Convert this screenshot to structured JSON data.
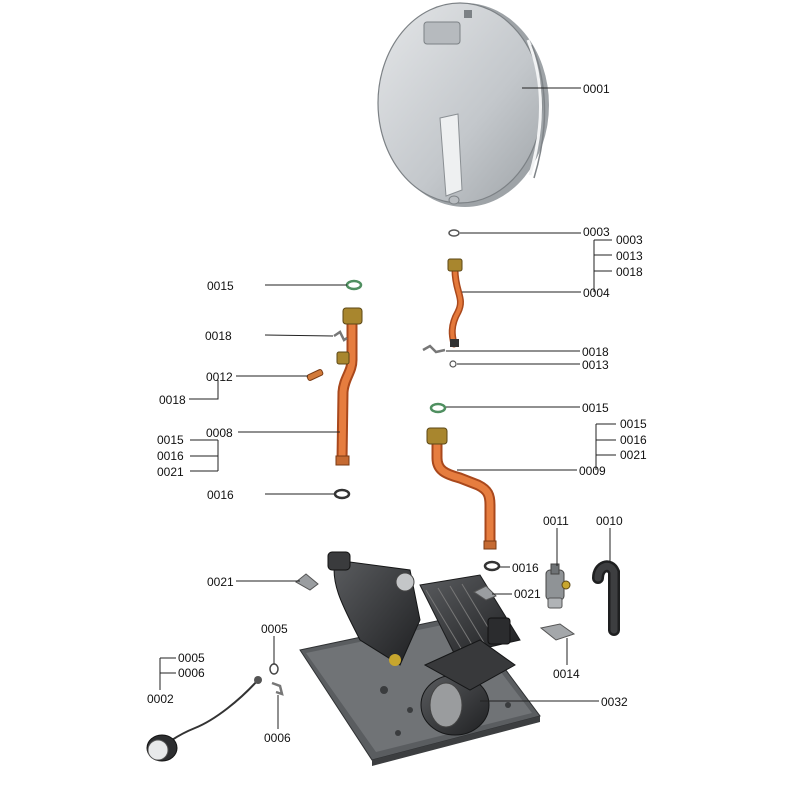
{
  "labels": {
    "p0001": "0001",
    "p0003": "0003",
    "g0003_a": "0003",
    "g0013_a": "0013",
    "g0018_a": "0018",
    "p0004": "0004",
    "p0015_l": "0015",
    "p0018_l": "0018",
    "p0012": "0012",
    "g0018_b": "0018",
    "p0008": "0008",
    "g0015_b": "0015",
    "g0016_b": "0016",
    "g0021_b": "0021",
    "p0016_l": "0016",
    "p0018_r": "0018",
    "p0013": "0013",
    "p0015_r": "0015",
    "g0015_c": "0015",
    "g0016_c": "0016",
    "g0021_c": "0021",
    "p0009": "0009",
    "p0011": "0011",
    "p0010": "0010",
    "p0021_l": "0021",
    "p0016_r": "0016",
    "p0021_r": "0021",
    "p0005": "0005",
    "g0005": "0005",
    "g0006": "0006",
    "p0002": "0002",
    "p0014": "0014",
    "p0032": "0032",
    "p0006": "0006"
  },
  "colors": {
    "copper": "#d9692f",
    "copper_dark": "#a9481c",
    "brass": "#a8862e",
    "vessel": "#c9cdd1",
    "vessel_edge": "#8e9397",
    "unit_dark": "#2e2f31",
    "frame": "#56595c",
    "seal_green": "#4f8f60"
  }
}
